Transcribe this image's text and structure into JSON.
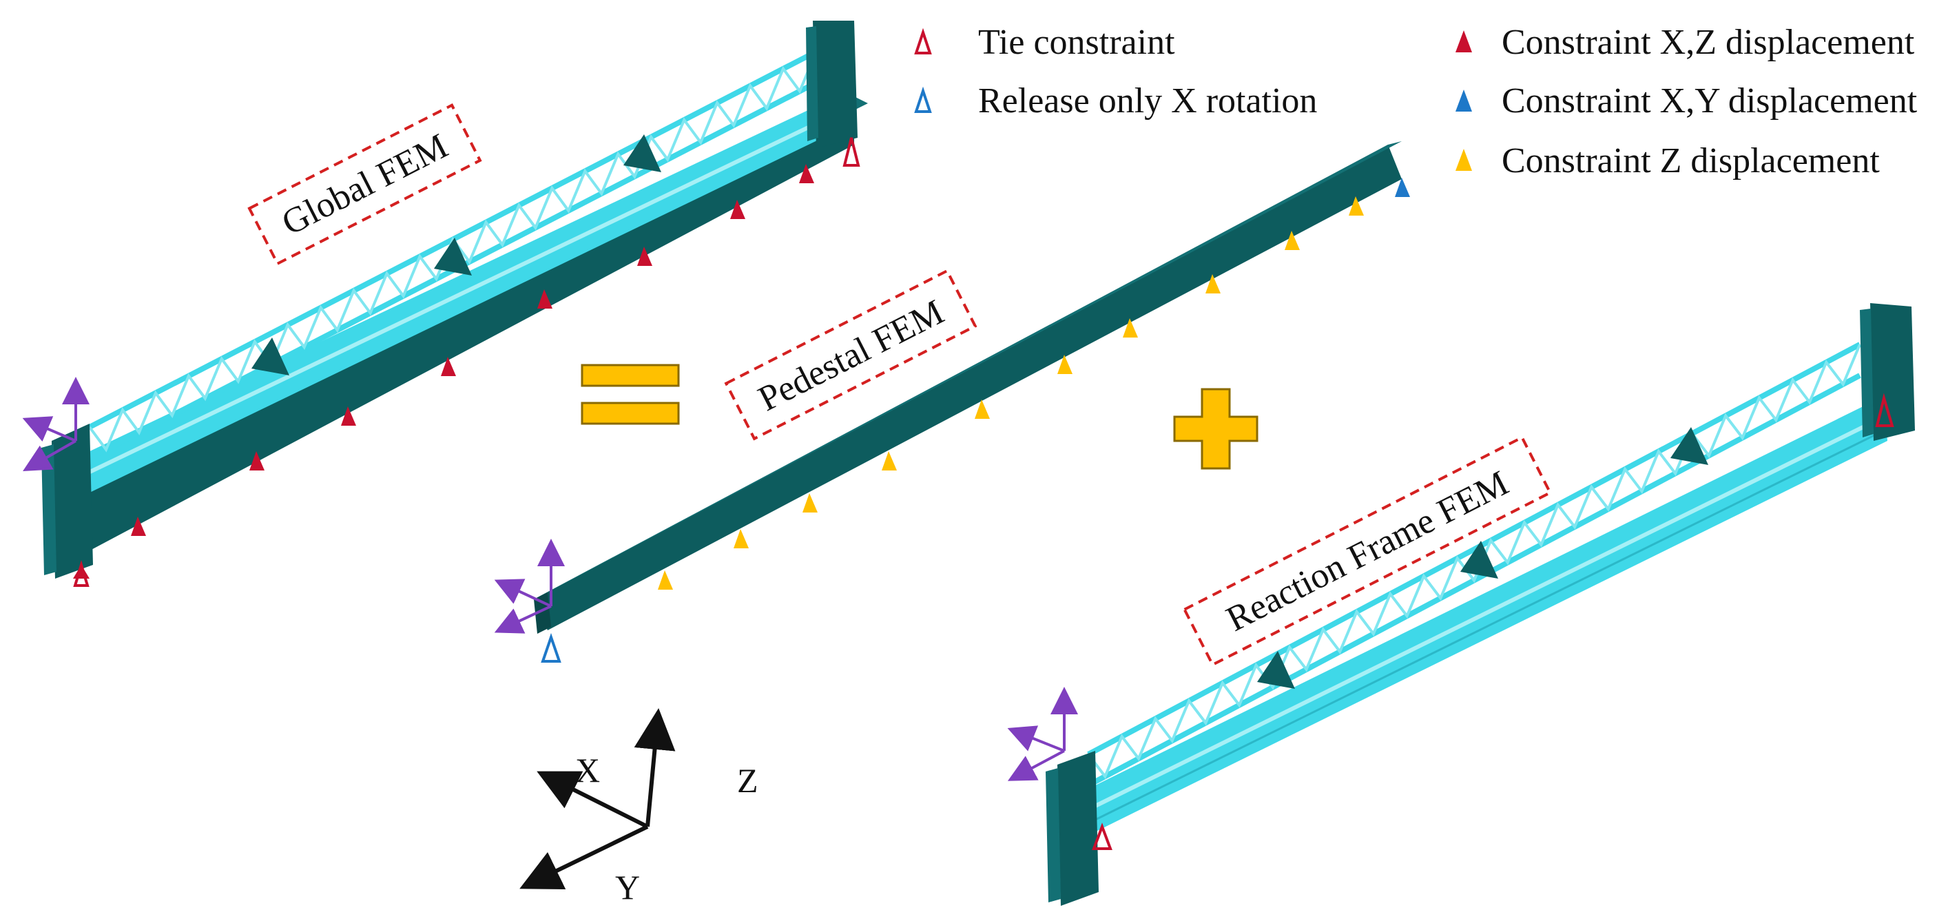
{
  "legend": {
    "tie": "Tie constraint",
    "release_x_rot": "Release only X rotation",
    "constraint_xz": "Constraint X,Z displacement",
    "constraint_xy": "Constraint X,Y displacement",
    "constraint_z": "Constraint Z displacement"
  },
  "labels": {
    "global": "Global  FEM",
    "pedestal": "Pedestal FEM",
    "reaction": "Reaction Frame FEM"
  },
  "operators": {
    "equals": "=",
    "plus": "+"
  },
  "axes": {
    "x": "X",
    "y": "Y",
    "z": "Z"
  },
  "colors": {
    "teal_dark": "#0d5c5e",
    "teal_mid": "#137074",
    "cyan": "#3fd8e8",
    "cyan_light": "#a6f0f6",
    "red": "#c8102e",
    "blue": "#1e78c8",
    "yellow": "#ffc000",
    "purple": "#7f3fbf",
    "dash_red": "#d42020"
  }
}
